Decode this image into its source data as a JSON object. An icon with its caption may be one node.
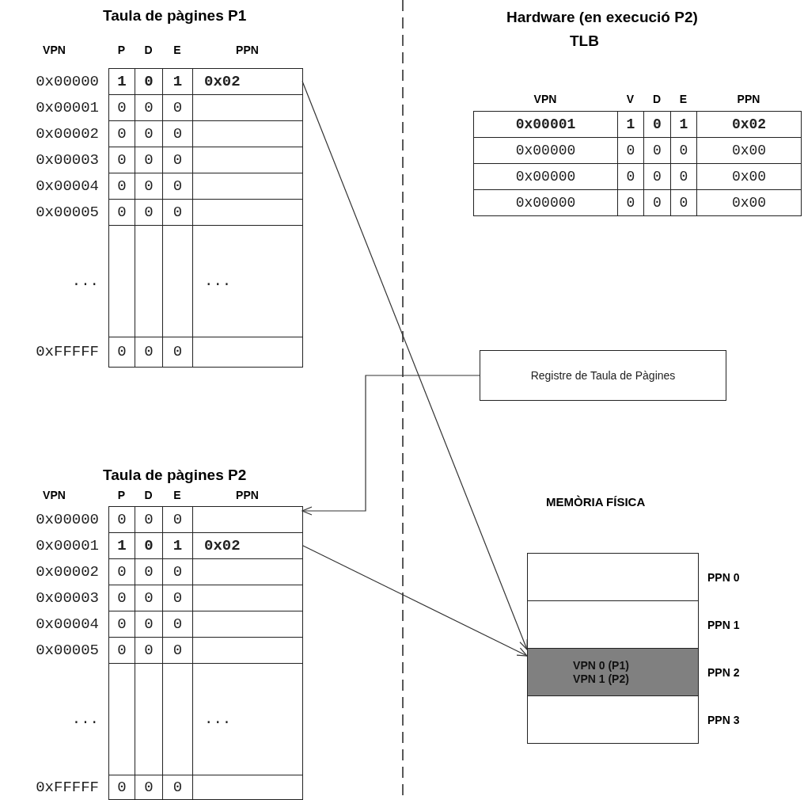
{
  "diagram": {
    "nodes": [
      {
        "text": [
          "Taula de pàgines P1"
        ]
      },
      {
        "text": [
          "VPN",
          "P",
          "D",
          "E",
          "PPN"
        ],
        "in": 0
      },
      {
        "text": [
          "0x00000",
          "**1**",
          "**0**",
          "**1**",
          "**0x02**"
        ],
        "in": 0
      },
      {
        "text": [
          "0x00001",
          "0",
          "0",
          "0"
        ],
        "in": 0
      },
      {
        "text": [
          "0x00002",
          "0",
          "0",
          "0"
        ],
        "in": 0
      },
      {
        "text": [
          "0x00003",
          "0",
          "0",
          "0"
        ],
        "in": 0
      },
      {
        "text": [
          "0x00004",
          "0",
          "0",
          "0"
        ],
        "in": 0
      },
      {
        "text": [
          "0x00005",
          "0",
          "0",
          "0"
        ],
        "in": 0
      },
      {
        "text": [
          "...",
          "..."
        ],
        "in": 0
      },
      {
        "text": [
          "0xFFFFF",
          "0",
          "0",
          "0"
        ],
        "in": 0
      },
      {
        "text": [
          "TLB"
        ]
      },
      {
        "text": [
          "VPN",
          "V",
          "D",
          "E",
          "PPN"
        ],
        "in": 10
      },
      {
        "text": [
          "**0x00001**",
          "**1**",
          "**0**",
          "**1**",
          "**0x02**"
        ],
        "in": 10
      },
      {
        "text": [
          "0x00000",
          "0",
          "0",
          "0",
          "0x00"
        ],
        "in": 10
      },
      {
        "text": [
          "0x00000",
          "0",
          "0",
          "0",
          "0x00"
        ],
        "in": 10
      },
      {
        "text": [
          "0x00000",
          "0",
          "0",
          "0",
          "0x00"
        ],
        "in": 10
      },
      {
        "text": [
          "Registre de Taula de Pàgines"
        ]
      },
      {
        "text": [
          "Taula de pàgines P2"
        ]
      },
      {
        "text": [
          "VPN",
          "P",
          "D",
          "E",
          "PPN"
        ],
        "in": 17
      },
      {
        "text": [
          "0x00000",
          "0",
          "0",
          "0"
        ],
        "in": 17
      },
      {
        "text": [
          "0x00001",
          "**1**",
          "**0**",
          "**1**",
          "**0x02**"
        ],
        "in": 17
      },
      {
        "text": [
          "0x00002",
          "0",
          "0",
          "0"
        ],
        "in": 17
      },
      {
        "text": [
          "0x00003",
          "0",
          "0",
          "0"
        ],
        "in": 17
      },
      {
        "text": [
          "0x00004",
          "0",
          "0",
          "0"
        ],
        "in": 17
      },
      {
        "text": [
          "0x00005",
          "0",
          "0",
          "0"
        ],
        "in": 17
      },
      {
        "text": [
          "...",
          "..."
        ],
        "in": 17
      },
      {
        "text": [
          "0xFFFFF",
          "0",
          "0",
          "0"
        ],
        "in": 17
      },
      {
        "text": [
          "MEMÒRIA FÍSICA"
        ]
      },
      {
        "text": [],
        "shape": "box",
        "beside": [
          "PPN 0"
        ],
        "in": 27
      },
      {
        "text": [],
        "shape": "box",
        "beside": [
          "PPN 1"
        ],
        "in": 27
      },
      {
        "text": [
          "VPN 0 (P1)",
          "VPN 1 (P2)"
        ],
        "beside": [
          "PPN 2"
        ],
        "in": 27
      },
      {
        "text": [],
        "shape": "box",
        "beside": [
          "PPN 3"
        ],
        "in": 27
      }
    ],
    "edges": [
      {
        "from": 2,
        "to": 30,
        "arrow": "to"
      },
      {
        "from": 16,
        "to": 19,
        "arrow": "to"
      },
      {
        "from": 20,
        "to": 30,
        "arrow": "to"
      }
    ],
    "labels": [
      "Hardware (en execució P2)"
    ]
  }
}
